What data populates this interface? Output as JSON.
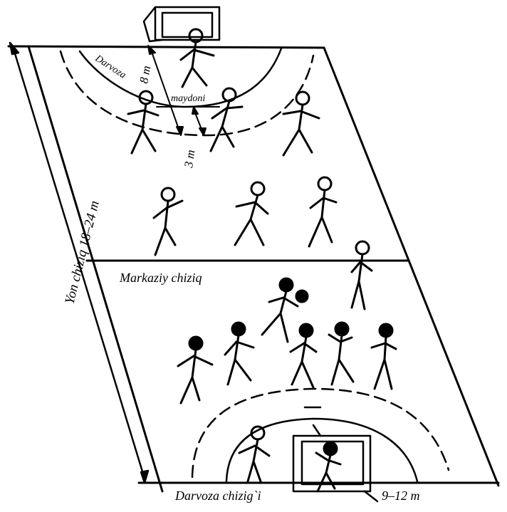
{
  "labels": {
    "side_line": "Yon chiziq 18–24 m",
    "goal_area": "Darvoza",
    "goal_area_2": "maydoni",
    "dist_8m": "8 m",
    "dist_3m": "3 m",
    "center_line": "Markaziy chiziq",
    "goal_line": "Darvoza chizig`i",
    "width": "9–12 m"
  },
  "colors": {
    "ink": "#000000",
    "paper": "#ffffff"
  }
}
